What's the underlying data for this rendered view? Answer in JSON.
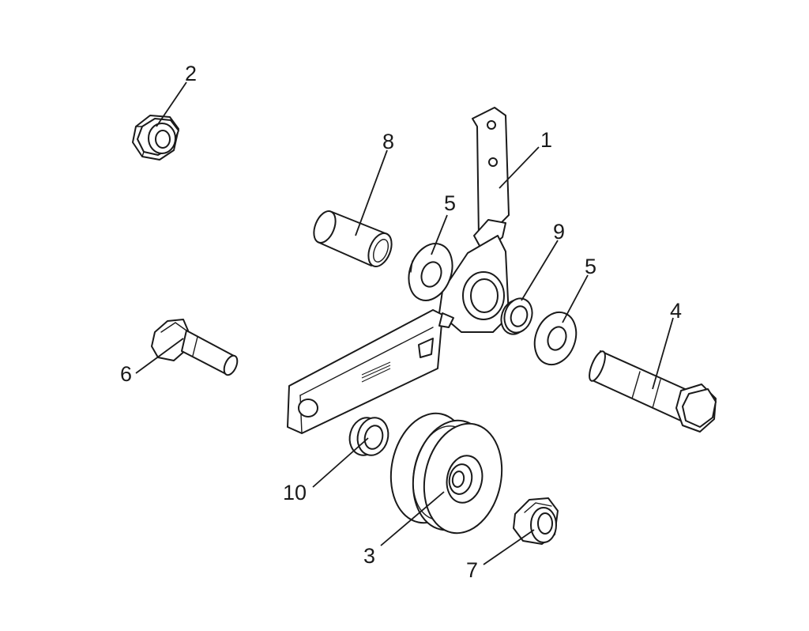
{
  "diagram": {
    "background": "#ffffff",
    "line_color": "#1a1a1a",
    "callouts": {
      "c1": "1",
      "c2": "2",
      "c3": "3",
      "c4": "4",
      "c5a": "5",
      "c5b": "5",
      "c6": "6",
      "c7": "7",
      "c8": "8",
      "c9": "9",
      "c10": "10"
    }
  }
}
